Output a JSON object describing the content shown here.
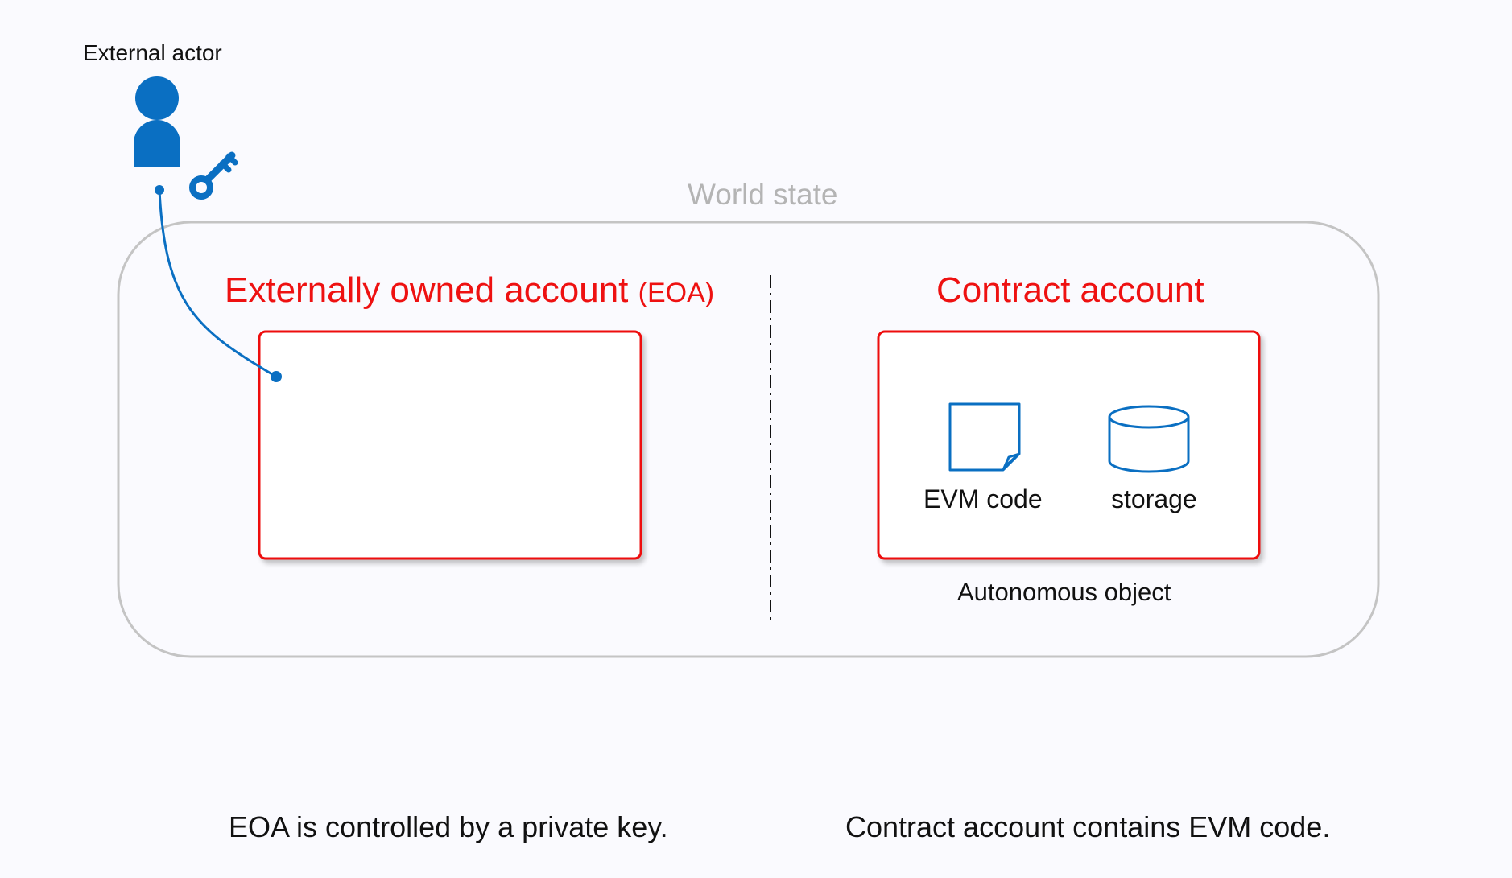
{
  "actor": {
    "label": "External actor"
  },
  "world_state": {
    "label": "World state"
  },
  "eoa": {
    "title_main": "Externally owned account",
    "title_abbr": "(EOA)"
  },
  "contract": {
    "title": "Contract account",
    "items": [
      {
        "icon": "document-icon",
        "label": "EVM code"
      },
      {
        "icon": "database-icon",
        "label": "storage"
      }
    ],
    "subtitle": "Autonomous object"
  },
  "captions": {
    "left": "EOA is controlled by a private key.",
    "right": "Contract account contains EVM code."
  },
  "colors": {
    "accent_blue": "#0a6fc2",
    "account_red": "#ee1111",
    "world_border": "#c4c4c4",
    "background": "#fafafe"
  }
}
